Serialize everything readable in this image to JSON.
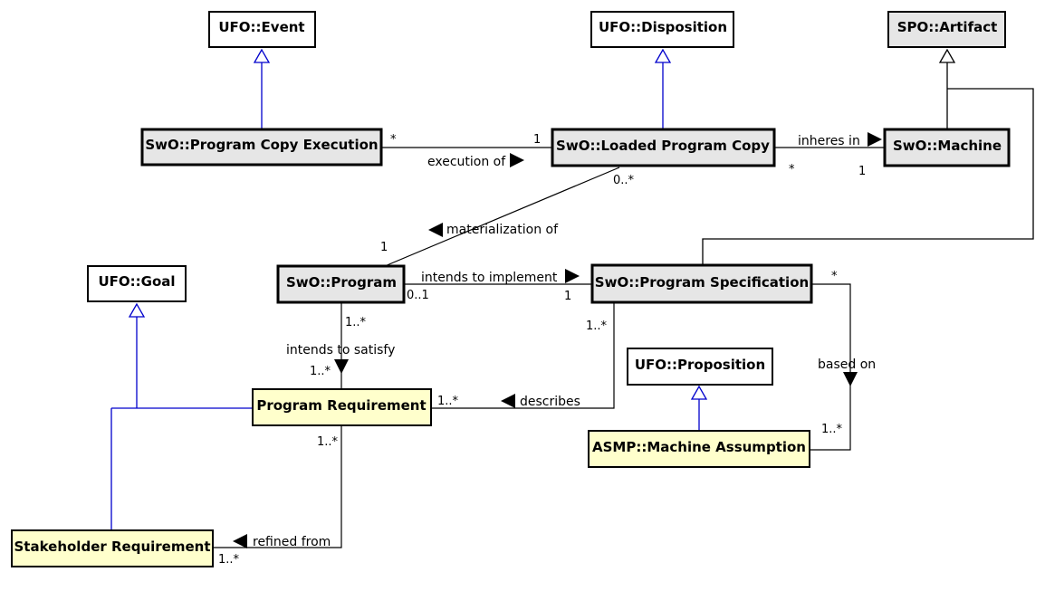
{
  "colors": {
    "abstract_fill": "#ffffff",
    "core_fill": "#e6e6e6",
    "requirement_fill": "#ffffcc",
    "generalization_blue": "#0000cc",
    "generalization_black": "#000000"
  },
  "classes": {
    "ufo_event": "UFO::Event",
    "ufo_disposition": "UFO::Disposition",
    "spo_artifact": "SPO::Artifact",
    "program_copy_execution": "SwO::Program Copy Execution",
    "loaded_program_copy": "SwO::Loaded Program Copy",
    "machine": "SwO::Machine",
    "ufo_goal": "UFO::Goal",
    "program": "SwO::Program",
    "program_specification": "SwO::Program Specification",
    "ufo_proposition": "UFO::Proposition",
    "program_requirement": "Program Requirement",
    "machine_assumption": "ASMP::Machine Assumption",
    "stakeholder_requirement": "Stakeholder Requirement"
  },
  "associations": {
    "execution_of": "execution of",
    "inheres_in": "inheres in",
    "materialization_of": "materialization of",
    "intends_to_implement": "intends to implement",
    "intends_to_satisfy": "intends to satisfy",
    "describes": "describes",
    "based_on": "based on",
    "refined_from": "refined from"
  },
  "multiplicities": {
    "exec_src": "*",
    "exec_tgt": "1",
    "inheres_src": "*",
    "inheres_tgt": "1",
    "mat_src": "1",
    "mat_tgt": "0..*",
    "impl_src": "0..1",
    "impl_tgt": "1",
    "sat_src": "1..*",
    "sat_tgt": "1..*",
    "desc_spec": "1..*",
    "desc_req": "1..*",
    "based_spec": "*",
    "based_asmp": "1..*",
    "refined_req": "1..*",
    "refined_stk": "1..*"
  }
}
